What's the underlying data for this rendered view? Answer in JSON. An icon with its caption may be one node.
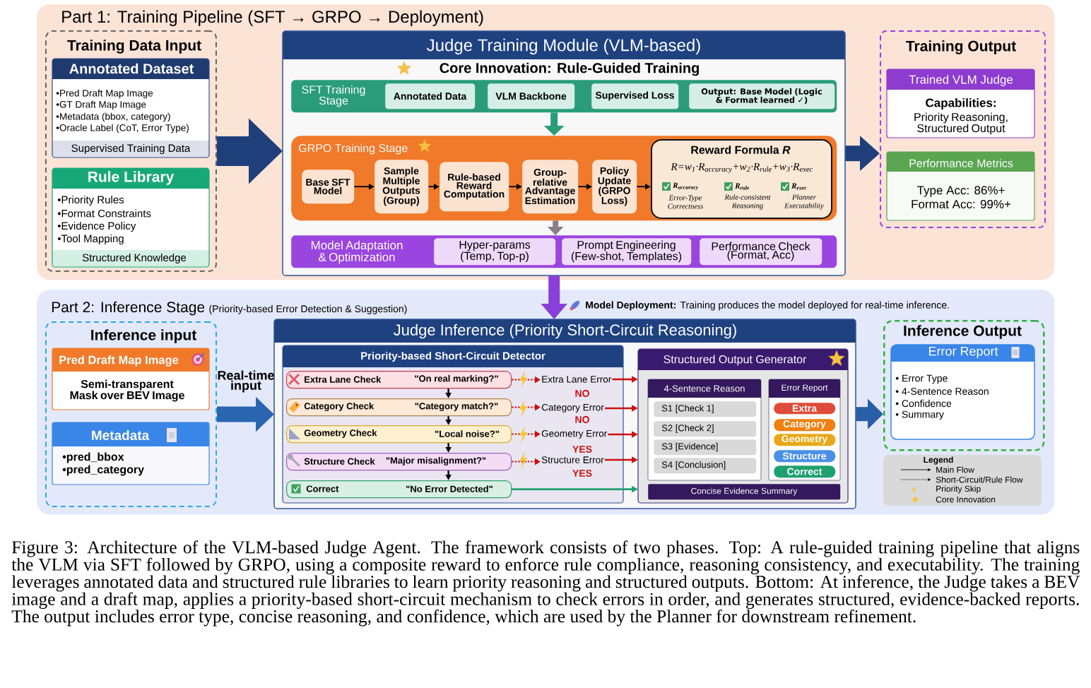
{
  "diagram": {
    "caption": "Figure 3: Architecture of the VLM-based Judge Agent. The framework consists of two phases. Top: A rule-guided training pipeline that aligns the VLM via SFT followed by GRPO, using a composite reward to enforce rule compliance, reasoning consistency, and executability. The training leverages annotated data and structured rule libraries to learn priority reasoning and structured outputs. Bottom: At inference, the Judge takes a BEV image and a draft map, applies a priority-based short-circuit mechanism to check errors in order, and generates structured, evidence-backed reports. The output includes error type, concise reasoning, and confidence, which are used by the Planner for downstream refinement.",
    "nodes": [
      {
        "text": [
          "Part 1: Training Pipeline (SFT → GRPO → Deployment)"
        ]
      },
      {
        "text": [
          "Training Data Input"
        ],
        "in": 0
      },
      {
        "text": [
          "Annotated Dataset",
          "•Pred Draft Map Image",
          "•GT Draft Map Image",
          "•Metadata (bbox, category)",
          "•Oracle Label (CoT, Error Type)",
          "Supervised Training Data"
        ],
        "in": 1
      },
      {
        "text": [
          "Rule Library",
          "•Priority Rules",
          "•Format Constraints",
          "•Evidence Policy",
          "•Tool Mapping",
          "Structured Knowledge"
        ],
        "in": 1
      },
      {
        "text": [
          "Judge Training Module (VLM-based)",
          "Core Innovation: Rule-Guided Training"
        ],
        "in": 0
      },
      {
        "text": [
          "SFT Training Stage"
        ],
        "in": 4
      },
      {
        "text": [
          "Annotated Data"
        ],
        "in": 5
      },
      {
        "text": [
          "VLM Backbone"
        ],
        "in": 5
      },
      {
        "text": [
          "Supervised Loss"
        ],
        "in": 5
      },
      {
        "text": [
          "Output: Base Model (Logic & Format learned ✓)"
        ],
        "in": 5
      },
      {
        "text": [
          "GRPO Training Stage"
        ],
        "in": 4
      },
      {
        "text": [
          "Base SFT Model"
        ],
        "in": 10
      },
      {
        "text": [
          "Sample Multiple Outputs (Group)"
        ],
        "in": 10
      },
      {
        "text": [
          "Rule-based Reward Computation"
        ],
        "in": 10
      },
      {
        "text": [
          "Group-relative Advantage Estimation"
        ],
        "in": 10
      },
      {
        "text": [
          "Policy Update (GRPO Loss)"
        ],
        "in": 10
      },
      {
        "text": [
          "Reward Formula *R*",
          "R=w$_{1}$·R$_{accuracy}$+w$_{2}$·R$_{rule}$+w$_{3}$·R$_{exec}$",
          "R$_{accuracy}$",
          "Error-Type Correctness",
          "R$_{rule}$",
          "Rule-consistent Reasoning",
          "R$_{exec}$",
          "Planner Executability"
        ],
        "in": 10
      },
      {
        "text": [
          "Model Adaptation & Optimization"
        ],
        "in": 4
      },
      {
        "text": [
          "Hyper-params (Temp, Top-p)"
        ],
        "in": 17
      },
      {
        "text": [
          "Prompt Engineering (Few-shot, Templates)"
        ],
        "in": 17
      },
      {
        "text": [
          "Performance Check (Format, Acc)"
        ],
        "in": 17
      },
      {
        "text": [
          "Training Output"
        ],
        "in": 0
      },
      {
        "text": [
          "Trained VLM Judge",
          "Capabilities:",
          "Priority Reasoning, Structured Output"
        ],
        "in": 21
      },
      {
        "text": [
          "Performance Metrics",
          "Type Acc: 86%+",
          "Format Acc: 99%+"
        ],
        "in": 21
      },
      {
        "text": [
          "Part 2: Inference Stage",
          "(Priority-based Error Detection & Suggestion)"
        ]
      },
      {
        "text": [
          "Inference input"
        ],
        "in": 24
      },
      {
        "text": [
          "Pred Draft Map Image",
          "Semi-transparent Mask over BEV Image"
        ],
        "in": 25
      },
      {
        "text": [
          "Metadata",
          "•pred_bbox",
          "•pred_category"
        ],
        "in": 25
      },
      {
        "text": [
          "Judge Inference (Priority Short-Circuit Reasoning)"
        ],
        "in": 24
      },
      {
        "text": [
          "Priority-based Short-Circuit Detector"
        ],
        "in": 28
      },
      {
        "text": [
          "Extra Lane Check",
          "\"On real marking?\""
        ],
        "in": 29
      },
      {
        "text": [
          "Category Check",
          "\"Category match?\""
        ],
        "in": 29
      },
      {
        "text": [
          "Geometry Check",
          "\"Local noise?\""
        ],
        "in": 29
      },
      {
        "text": [
          "Structure Check",
          "\"Major misalignment?\""
        ],
        "in": 29
      },
      {
        "text": [
          "Correct",
          "\"No Error Detected\""
        ],
        "in": 29
      },
      {
        "text": [
          "Extra Lane Error"
        ],
        "in": 29
      },
      {
        "text": [
          "Category Error"
        ],
        "in": 29
      },
      {
        "text": [
          "Geometry Error"
        ],
        "in": 29
      },
      {
        "text": [
          "Structure Error"
        ],
        "in": 29
      },
      {
        "text": [
          "Structured Output Generator"
        ],
        "in": 28
      },
      {
        "text": [
          "4-Sentence Reason"
        ],
        "in": 39
      },
      {
        "text": [
          "S1 [Check 1]"
        ],
        "in": 40
      },
      {
        "text": [
          "S2 [Check 2]"
        ],
        "in": 40
      },
      {
        "text": [
          "S3 [Evidence]"
        ],
        "in": 40
      },
      {
        "text": [
          "S4 [Conclusion]"
        ],
        "in": 40
      },
      {
        "text": [
          "Error Report"
        ],
        "in": 39
      },
      {
        "text": [
          "Extra"
        ],
        "in": 45
      },
      {
        "text": [
          "Category"
        ],
        "in": 45
      },
      {
        "text": [
          "Geometry"
        ],
        "in": 45
      },
      {
        "text": [
          "Structure"
        ],
        "in": 45
      },
      {
        "text": [
          "Correct"
        ],
        "in": 45
      },
      {
        "text": [
          "Concise Evidence Summary"
        ],
        "in": 39
      },
      {
        "text": [
          "Inference Output"
        ],
        "in": 24
      },
      {
        "text": [
          "Error Report",
          "• Error Type",
          "• 4-Sentence Reason",
          "• Confidence",
          "• Summary"
        ],
        "in": 52
      }
    ],
    "edges": [
      {
        "from": 1,
        "to": 4,
        "arrow": "to",
        "style": "thick",
        "color": "#1f3f7a"
      },
      {
        "from": 4,
        "to": 21,
        "arrow": "to",
        "style": "thick",
        "color": "#1f3f7a"
      },
      {
        "from": 5,
        "to": 10,
        "arrow": "to",
        "style": "thick",
        "color": "#2a9d78"
      },
      {
        "from": 10,
        "to": 17,
        "arrow": "to",
        "style": "thick",
        "color": "#8a7f88"
      },
      {
        "from": 11,
        "to": 12,
        "arrow": "to"
      },
      {
        "from": 12,
        "to": 13,
        "arrow": "to"
      },
      {
        "from": 13,
        "to": 14,
        "arrow": "to"
      },
      {
        "from": 14,
        "to": 15,
        "arrow": "to"
      },
      {
        "from": 15,
        "to": 16,
        "arrow": "to"
      },
      {
        "from": 4,
        "to": 28,
        "arrow": "to",
        "style": "thick",
        "color": "#8a3fd8",
        "label": "**Model Deployment:** Training produces the model deployed for real-time inference."
      },
      {
        "from": 25,
        "to": 28,
        "arrow": "to",
        "style": "thick",
        "color": "#2a66b0",
        "label": "Real-time input"
      },
      {
        "from": 28,
        "to": 52,
        "arrow": "to",
        "style": "thick",
        "color": "#2a5fa8"
      },
      {
        "from": 30,
        "to": 31,
        "arrow": "to"
      },
      {
        "from": 31,
        "to": 32,
        "arrow": "to"
      },
      {
        "from": 32,
        "to": 33,
        "arrow": "to"
      },
      {
        "from": 33,
        "to": 34,
        "arrow": "to"
      },
      {
        "from": 30,
        "to": 35,
        "arrow": "to",
        "style": "dashed",
        "color": "#cc1010"
      },
      {
        "from": 31,
        "to": 36,
        "arrow": "to",
        "style": "dashed",
        "color": "#cc1010"
      },
      {
        "from": 32,
        "to": 37,
        "arrow": "to",
        "style": "dashed",
        "color": "#cc1010"
      },
      {
        "from": 33,
        "to": 38,
        "arrow": "to",
        "style": "dashed",
        "color": "#cc1010"
      },
      {
        "from": 35,
        "to": 39,
        "arrow": "to",
        "color": "#cc1010"
      },
      {
        "from": 36,
        "to": 39,
        "arrow": "to",
        "color": "#cc1010"
      },
      {
        "from": 37,
        "to": 39,
        "arrow": "to",
        "color": "#cc1010"
      },
      {
        "from": 38,
        "to": 39,
        "arrow": "to",
        "color": "#cc1010"
      },
      {
        "from": 34,
        "to": 39,
        "arrow": "to",
        "color": "#20a070"
      }
    ],
    "labels": [
      "NO",
      "NO",
      "YES",
      "YES",
      "Legend"
    ],
    "legend": [
      {
        "text": "Main Flow"
      },
      {
        "text": "Short-Circuit/Rule Flow"
      },
      {
        "text": "Priority Skip"
      },
      {
        "text": "Core Innovation"
      }
    ]
  }
}
